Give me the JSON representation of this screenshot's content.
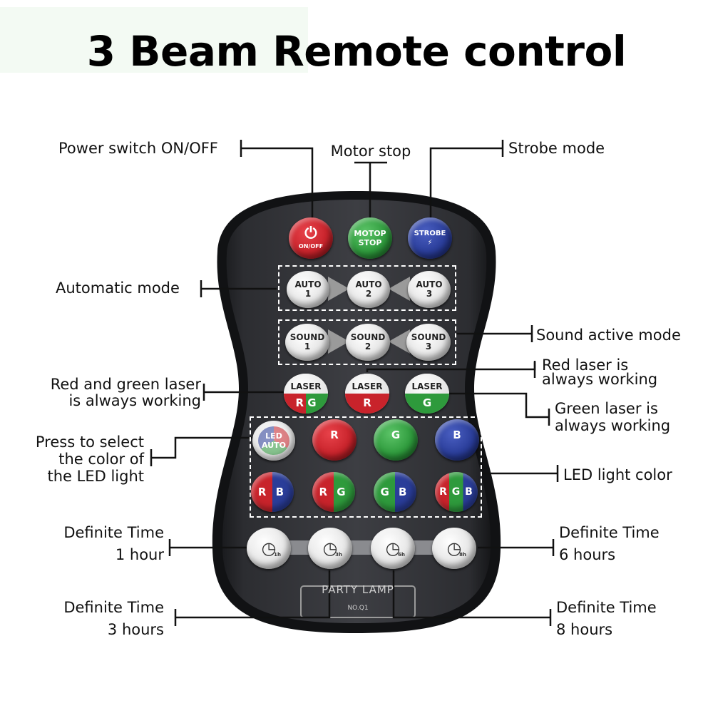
{
  "title": "3 Beam Remote control",
  "callouts": {
    "power": "Power switch ON/OFF",
    "motor": "Motor stop",
    "strobe": "Strobe mode",
    "auto": "Automatic mode",
    "sound": "Sound active mode",
    "red_laser_1": "Red  laser is",
    "red_laser_2": "always working",
    "rg_laser_1": "Red and green laser",
    "rg_laser_2": "is always working",
    "green_laser_1": "Green laser is",
    "green_laser_2": "always working",
    "led_select_1": "Press to select",
    "led_select_2": "the color of",
    "led_select_3": "the LED light",
    "led_color": "LED light color",
    "time1_1": "Definite Time",
    "time1_2": "1 hour",
    "time6_1": "Definite Time",
    "time6_2": "6 hours",
    "time3_1": "Definite Time",
    "time3_2": "3 hours",
    "time8_1": "Definite Time",
    "time8_2": "8 hours"
  },
  "remote": {
    "power": {
      "icon": "power-icon",
      "label": "ON/OFF",
      "color": "#c8232b"
    },
    "motor": {
      "line1": "MOTOP",
      "line2": "STOP",
      "color": "#2e9a3c"
    },
    "strobe": {
      "line1": "STROBE",
      "line2": "⚡",
      "color": "#2a3d99"
    },
    "auto": [
      {
        "line1": "AUTO",
        "line2": "1"
      },
      {
        "line1": "AUTO",
        "line2": "2"
      },
      {
        "line1": "AUTO",
        "line2": "3"
      }
    ],
    "sound": [
      {
        "line1": "SOUND",
        "line2": "1"
      },
      {
        "line1": "SOUND",
        "line2": "2"
      },
      {
        "line1": "SOUND",
        "line2": "3"
      }
    ],
    "laser": [
      {
        "top": "LASER",
        "bottom": "R G"
      },
      {
        "top": "LASER",
        "bottom": "R"
      },
      {
        "top": "LASER",
        "bottom": "G"
      }
    ],
    "led_auto": {
      "line1": "LED",
      "line2": "AUTO"
    },
    "colors_row1": [
      "R",
      "G",
      "B"
    ],
    "colors_row2": [
      "R B",
      "R G",
      "G B",
      "R G B"
    ],
    "timers": [
      "1h",
      "3h",
      "6h",
      "8h"
    ],
    "brand": "PARTY LAMP",
    "model": "NO.Q1"
  },
  "colors": {
    "red": "#c8232b",
    "green": "#2e9a3c",
    "blue": "#2a3d99",
    "body": "#3a3b40"
  }
}
